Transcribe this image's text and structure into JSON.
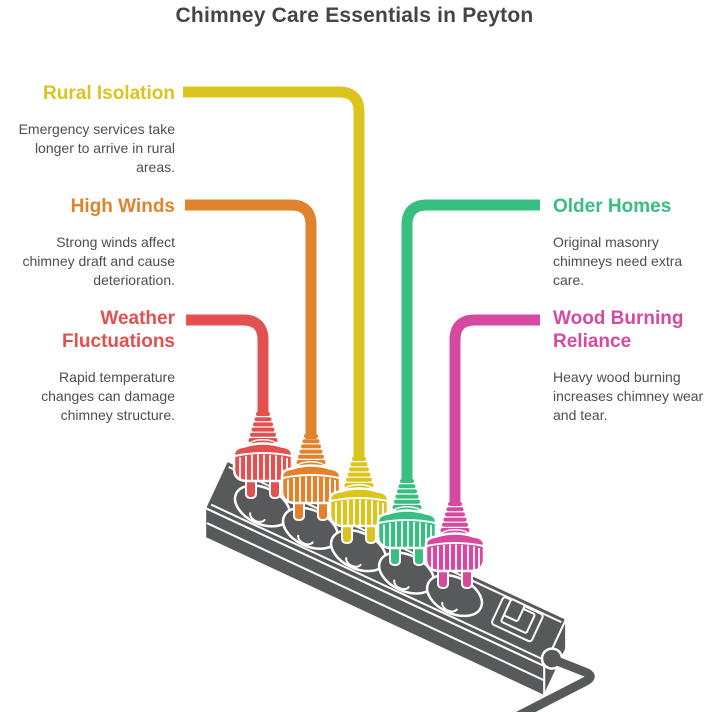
{
  "title": "Chimney Care Essentials in Peyton",
  "theme": {
    "background": "#ffffff",
    "title_color": "#454547",
    "text_color": "#4e4e50",
    "strip_color": "#58595b"
  },
  "items": [
    {
      "id": "rural-isolation",
      "side": "left",
      "label": "Rural Isolation",
      "description": "Emergency services take longer to arrive in rural areas.",
      "color": "#dcc41f"
    },
    {
      "id": "high-winds",
      "side": "left",
      "label": "High Winds",
      "description": "Strong winds affect chimney draft and cause deterioration.",
      "color": "#e2822d"
    },
    {
      "id": "weather-fluctuations",
      "side": "left",
      "label": "Weather Fluctuations",
      "description": "Rapid temperature changes can damage chimney structure.",
      "color": "#e25050"
    },
    {
      "id": "older-homes",
      "side": "right",
      "label": "Older Homes",
      "description": "Original masonry chimneys need extra care.",
      "color": "#37be80"
    },
    {
      "id": "wood-burning-reliance",
      "side": "right",
      "label": "Wood Burning Reliance",
      "description": "Heavy wood burning increases chimney wear and tear.",
      "color": "#d6499f"
    }
  ],
  "illustration": {
    "name": "power-strip-with-five-plugs",
    "outlet_count": 5,
    "has_switch": true,
    "has_cord": true
  }
}
